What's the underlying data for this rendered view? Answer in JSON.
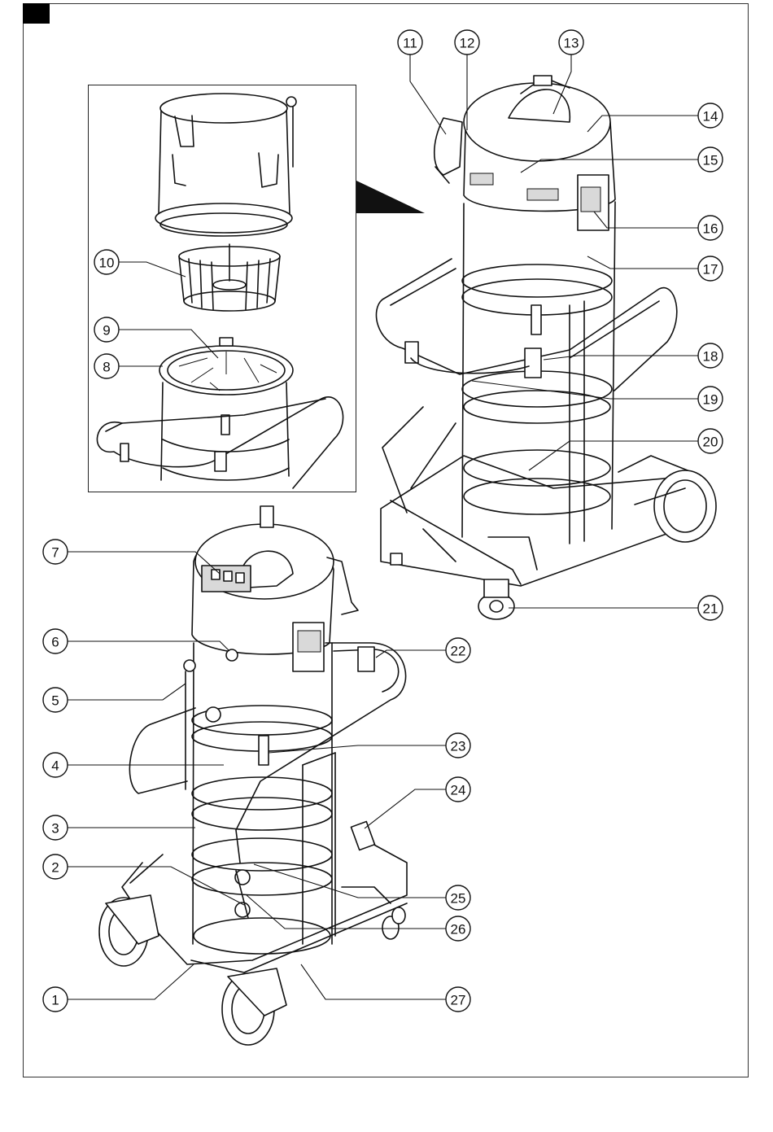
{
  "callouts": [
    {
      "num": "1"
    },
    {
      "num": "2"
    },
    {
      "num": "3"
    },
    {
      "num": "4"
    },
    {
      "num": "5"
    },
    {
      "num": "6"
    },
    {
      "num": "7"
    },
    {
      "num": "8"
    },
    {
      "num": "9"
    },
    {
      "num": "10"
    },
    {
      "num": "11"
    },
    {
      "num": "12"
    },
    {
      "num": "13"
    },
    {
      "num": "14"
    },
    {
      "num": "15"
    },
    {
      "num": "16"
    },
    {
      "num": "17"
    },
    {
      "num": "18"
    },
    {
      "num": "19"
    },
    {
      "num": "20"
    },
    {
      "num": "21"
    },
    {
      "num": "22"
    },
    {
      "num": "23"
    },
    {
      "num": "24"
    },
    {
      "num": "25"
    },
    {
      "num": "26"
    },
    {
      "num": "27"
    }
  ]
}
